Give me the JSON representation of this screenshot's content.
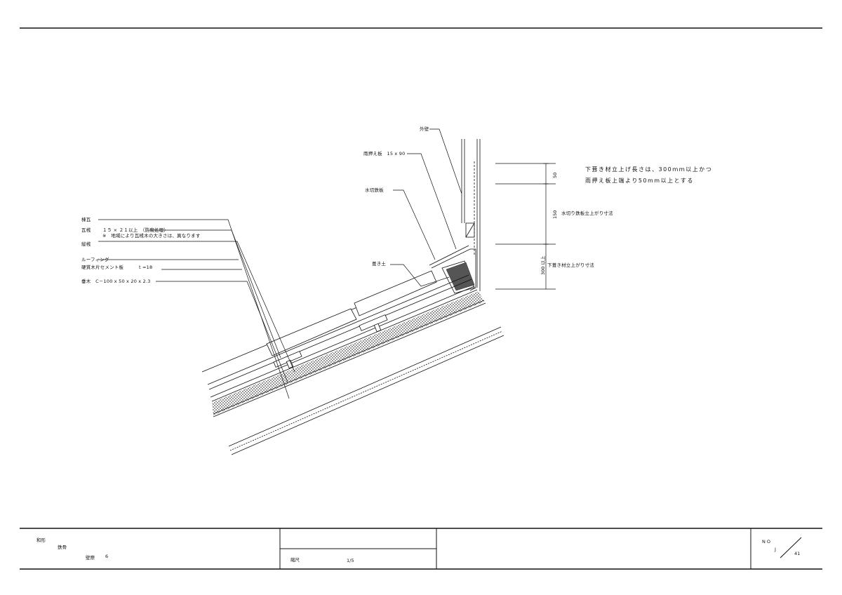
{
  "labels": {
    "gaiheki": "外壁",
    "amaosaeita": "雨押え板　15 x 90",
    "mizukiri": "水切鉄板",
    "noshikawara": "棟瓦",
    "kawarazan": "瓦桟",
    "kawarazan_spec": "１５ × ２１以上　（防腐処理）",
    "kawarazan_note": "※　地域により瓦桟木の大きさは、異なります",
    "tatezan": "縦桟",
    "roofing": "ルーフィング",
    "board": "硬質木片セメント板",
    "board_t": "t =18",
    "taruki": "垂木　C－100 x 50 x 20 x 2.3",
    "nuri": "葺き土"
  },
  "notes": {
    "line1": "下葺き材立上げ長さは、300ｍｍ以上かつ",
    "line2": "雨押え板上端より50mm以上とする"
  },
  "dimensions": {
    "d50": "50",
    "d150": "150",
    "d300": "300 以上",
    "label150": "水切り鉄板立上がり寸法",
    "label300": "下葺き材立上がり寸法"
  },
  "title_block": {
    "line1": "和形",
    "line2": "鉄骨",
    "line3": "壁際",
    "line3_num": "6",
    "scale_label": "縮尺",
    "scale_value": "1/5",
    "no_label": "N O",
    "no_series": "J",
    "no_number": "41"
  }
}
